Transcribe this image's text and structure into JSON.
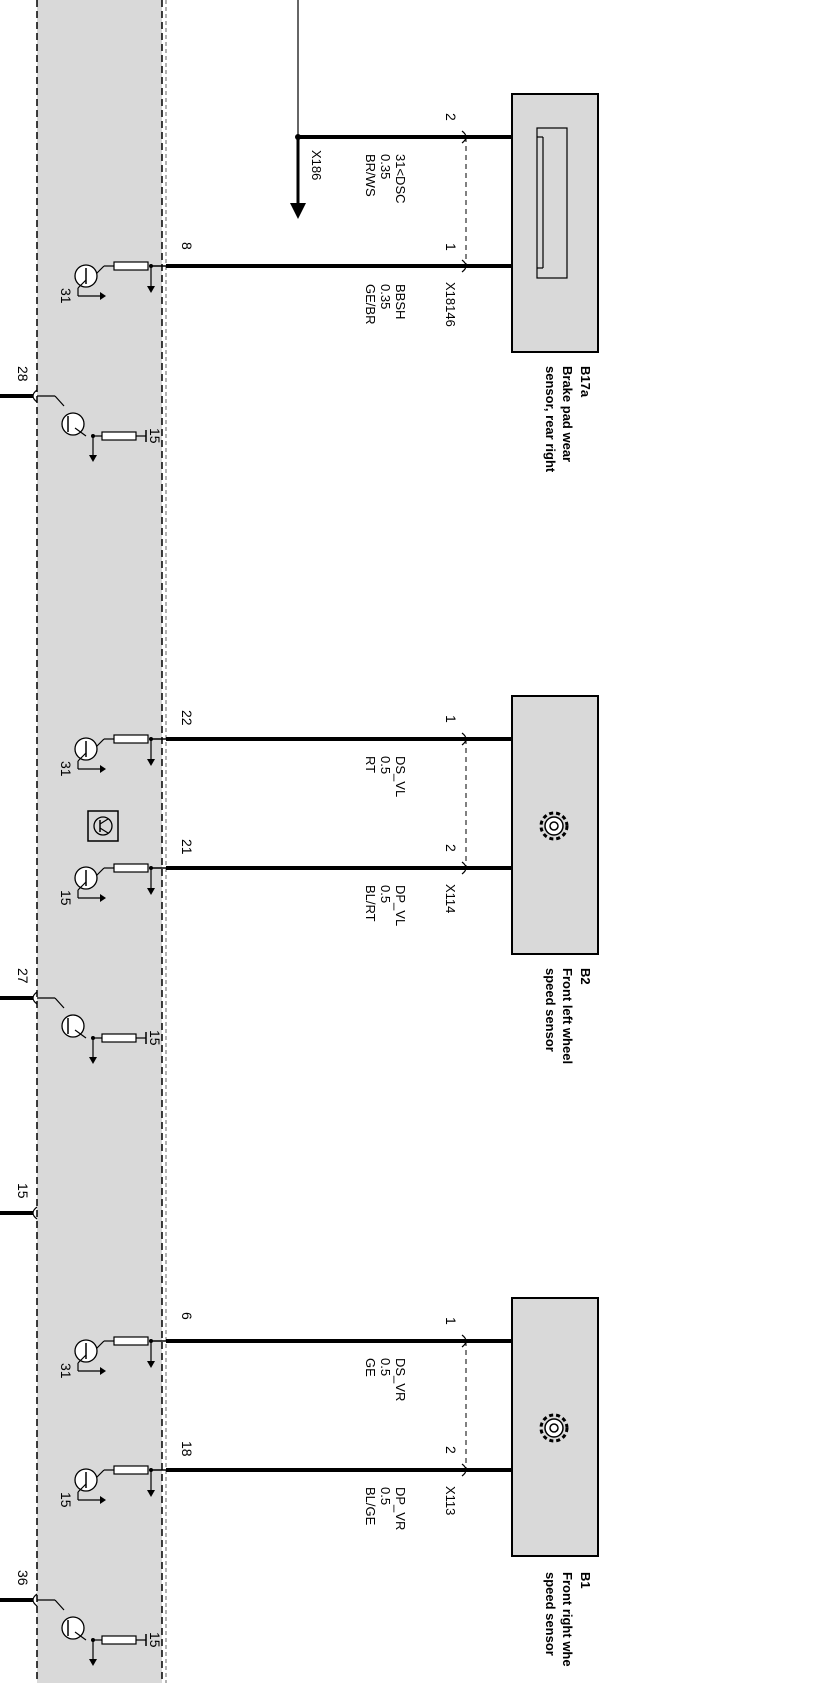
{
  "components": {
    "b17a": {
      "id": "B17a",
      "desc_line1": "Brake pad wear",
      "desc_line2": "sensor, rear right",
      "connector": "X18146"
    },
    "b2": {
      "id": "B2",
      "desc_line1": "Front left wheel",
      "desc_line2": "speed sensor",
      "connector": "X114"
    },
    "b1": {
      "id": "B1",
      "desc_line1": "Front right whe",
      "desc_line2": "speed sensor",
      "connector": "X113"
    }
  },
  "connectors": {
    "x186": "X186"
  },
  "wires": {
    "w_31dsc": {
      "signal": "31<DSC",
      "size": "0.35",
      "color": "BR/WS"
    },
    "w_bbsh": {
      "signal": "BBSH",
      "size": "0.35",
      "color": "GE/BR"
    },
    "w_dsvl": {
      "signal": "DS_VL",
      "size": "0.5",
      "color": "RT"
    },
    "w_dpvl": {
      "signal": "DP_VL",
      "size": "0.5",
      "color": "BL/RT"
    },
    "w_dsvr": {
      "signal": "DS_VR",
      "size": "0.5",
      "color": "GE"
    },
    "w_dpvr": {
      "signal": "DP_VR",
      "size": "0.5",
      "color": "BL/GE"
    }
  },
  "pins": {
    "b17a_p2": "2",
    "b17a_p1": "1",
    "b2_p1": "1",
    "b2_p2": "2",
    "b1_p1": "1",
    "b1_p2": "2",
    "ecu_8": "8",
    "ecu_22": "22",
    "ecu_21": "21",
    "ecu_6": "6",
    "ecu_18": "18",
    "left_28": "28",
    "left_27": "27",
    "left_15": "15",
    "left_36": "36"
  },
  "supply_labels": {
    "s8": "31",
    "s28": "15",
    "s22": "31",
    "s21": "15",
    "s27": "15",
    "s6": "31",
    "s18": "15",
    "s36": "15"
  }
}
